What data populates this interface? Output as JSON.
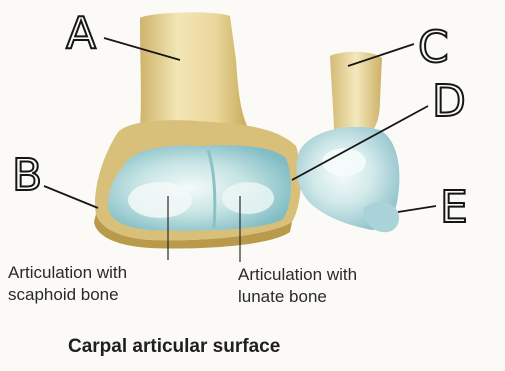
{
  "letters": [
    "A",
    "B",
    "C",
    "D",
    "E"
  ],
  "labels": {
    "scaphoid": [
      "Articulation with",
      "scaphoid bone"
    ],
    "lunate": [
      "Articulation with",
      "lunate bone"
    ]
  },
  "caption": "Carpal articular surface",
  "colors": {
    "bone": "#e9d79c",
    "bone_shadow": "#c9ad5e",
    "cartilage": "#9fd0d4",
    "cartilage_light": "#e8f3f2",
    "background": "#fbfaf6"
  }
}
